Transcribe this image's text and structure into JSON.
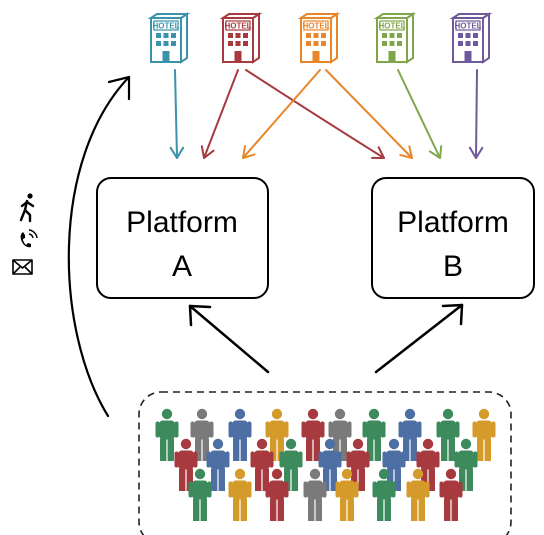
{
  "hotels": [
    {
      "sign": "HOTEL",
      "color": "#3a93ab"
    },
    {
      "sign": "HOTEL",
      "color": "#a63a3f"
    },
    {
      "sign": "HOTEL",
      "color": "#e8862a"
    },
    {
      "sign": "HOTEL",
      "color": "#7fa64a"
    },
    {
      "sign": "HOTEL",
      "color": "#6e5a9a"
    }
  ],
  "platforms": [
    {
      "line1": "Platform",
      "line2": "A"
    },
    {
      "line1": "Platform",
      "line2": "B"
    }
  ],
  "contact_channels": [
    "walking-person-icon",
    "phone-icon",
    "envelope-icon"
  ],
  "crowd_colors": [
    "#3d8a5c",
    "#7a7a7a",
    "#4d6fa3",
    "#d49a2a",
    "#a63a3f"
  ]
}
